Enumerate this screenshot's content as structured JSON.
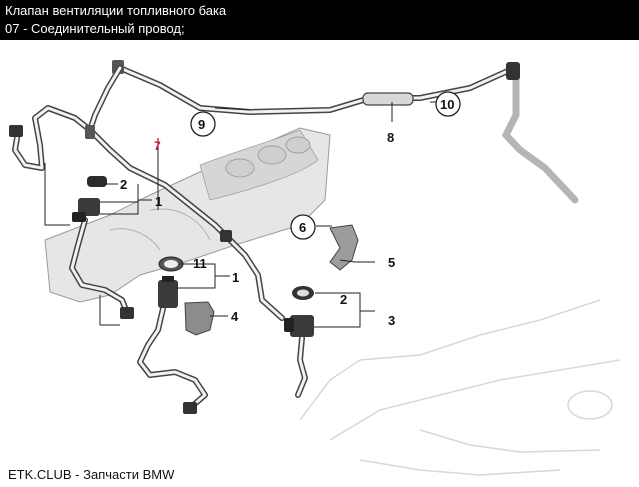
{
  "header": {
    "title": "Клапан вентиляции топливного бака",
    "subtitle": "07 - Соединительный провод;"
  },
  "footer": {
    "text": "ETK.CLUB - Запчасти BMW"
  },
  "callouts": {
    "c1a": "1",
    "c1b": "1",
    "c2a": "2",
    "c2b": "2",
    "c3": "3",
    "c4": "4",
    "c5": "5",
    "c6": "6",
    "c7": "7",
    "c8": "8",
    "c9": "9",
    "c10": "10",
    "c11": "11"
  },
  "colors": {
    "highlight": "#e8152a",
    "header_bg": "#000000"
  }
}
